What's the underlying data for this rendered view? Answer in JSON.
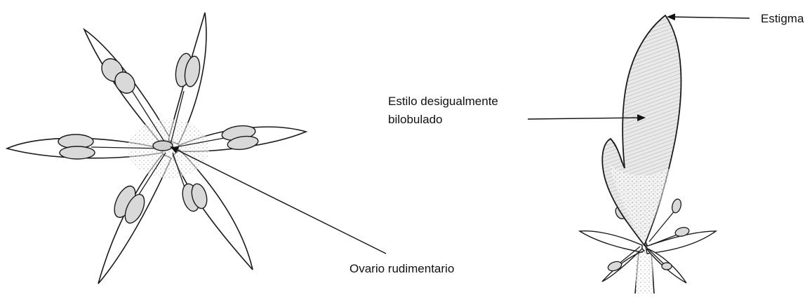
{
  "labels": {
    "stigma": "Estigma",
    "style_line1": "Estilo desigualmente",
    "style_line2": "bilobulado",
    "ovary": "Ovario rudimentario"
  },
  "colors": {
    "ink": "#1a1a1a",
    "fill": "#e6e6e6",
    "fill_dark": "#cfcfcf",
    "background": "#ffffff"
  }
}
